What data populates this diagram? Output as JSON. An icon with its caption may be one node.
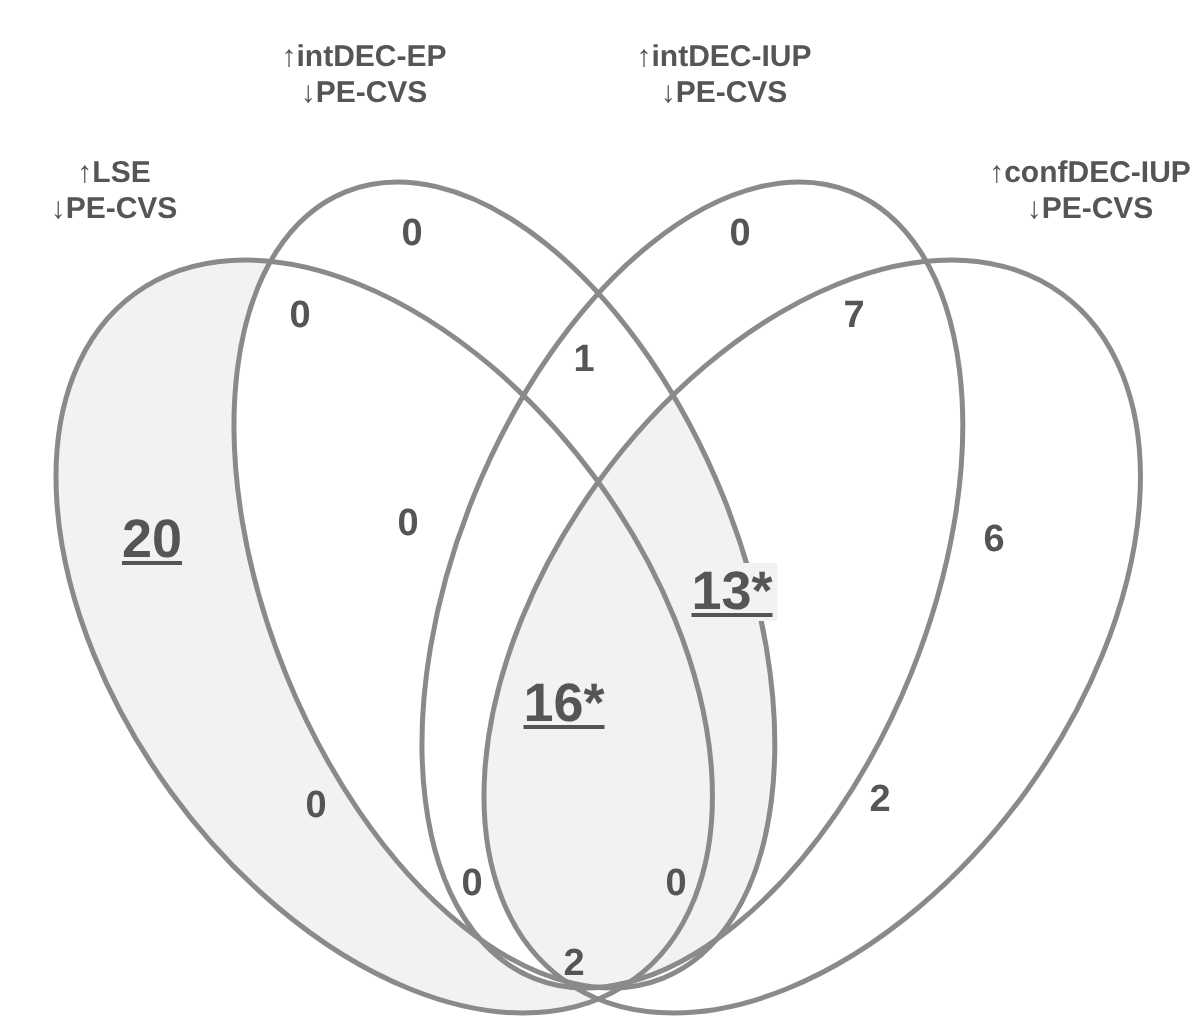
{
  "diagram": {
    "nodes": [
      {
        "text": [
          "↑LSE ↓PE-CVS"
        ]
      },
      {
        "text": [
          "↑intDEC-EP ↓PE-CVS"
        ]
      },
      {
        "text": [
          "↑intDEC-IUP ↓PE-CVS"
        ]
      },
      {
        "text": [
          "↑confDEC-IUP ↓PE-CVS"
        ]
      }
    ],
    "edges": [],
    "labels": [
      "0",
      "0",
      "0",
      "1",
      "7",
      "20",
      "0",
      "13*",
      "6",
      "16*",
      "0",
      "2",
      "0",
      "0",
      "2"
    ]
  }
}
